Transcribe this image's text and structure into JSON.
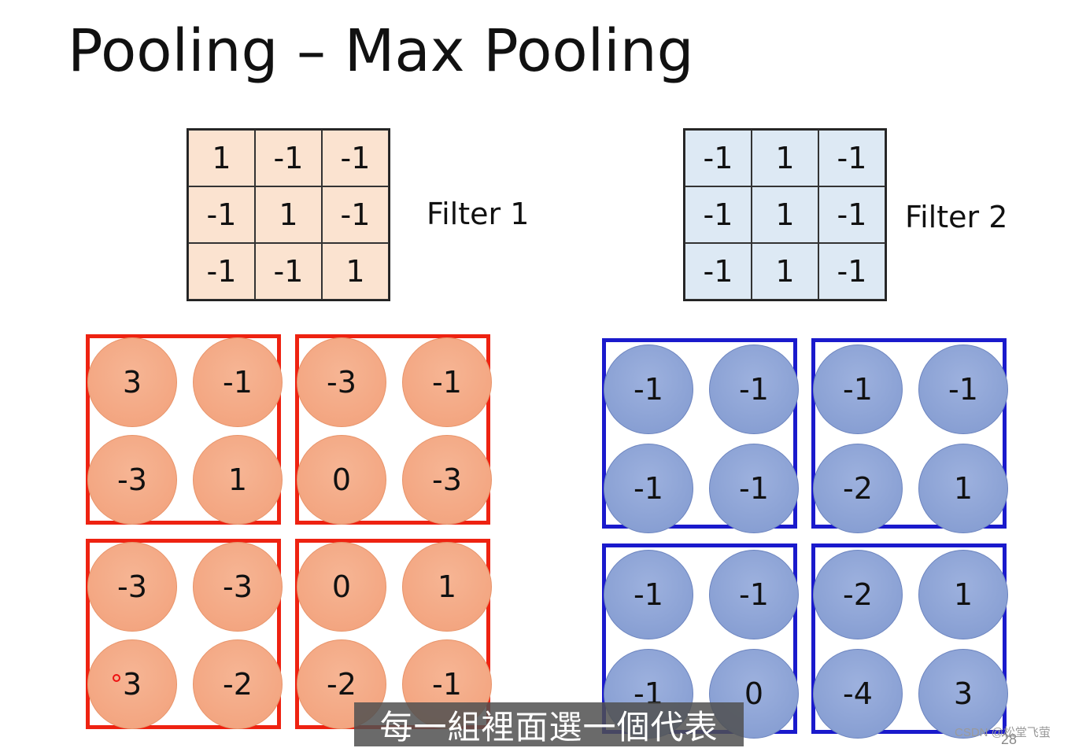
{
  "title": "Pooling – Max Pooling",
  "filter1": {
    "label": "Filter 1",
    "cells": [
      "1",
      "-1",
      "-1",
      "-1",
      "1",
      "-1",
      "-1",
      "-1",
      "1"
    ]
  },
  "filter2": {
    "label": "Filter 2",
    "cells": [
      "-1",
      "1",
      "-1",
      "-1",
      "1",
      "-1",
      "-1",
      "1",
      "-1"
    ]
  },
  "feature_map1": [
    [
      "3",
      "-1",
      "-3",
      "-1"
    ],
    [
      "-3",
      "1",
      "0",
      "-3"
    ],
    [
      "-3",
      "-3",
      "0",
      "1"
    ],
    [
      "3",
      "-2",
      "-2",
      "-1"
    ]
  ],
  "feature_map2": [
    [
      "-1",
      "-1",
      "-1",
      "-1"
    ],
    [
      "-1",
      "-1",
      "-2",
      "1"
    ],
    [
      "-1",
      "-1",
      "-2",
      "1"
    ],
    [
      "-1",
      "0",
      "-4",
      "3"
    ]
  ],
  "colors": {
    "filter1_bg": "#fbe3d0",
    "filter2_bg": "#dde9f4",
    "pool_box_red": "#ee2211",
    "pool_box_blue": "#1a1acc",
    "circle_orange": "#f2a07a",
    "circle_blue": "#8199cf"
  },
  "caption": "每一組裡面選一個代表",
  "watermark": "CSDN @松堂飞萤",
  "page_number": "28"
}
